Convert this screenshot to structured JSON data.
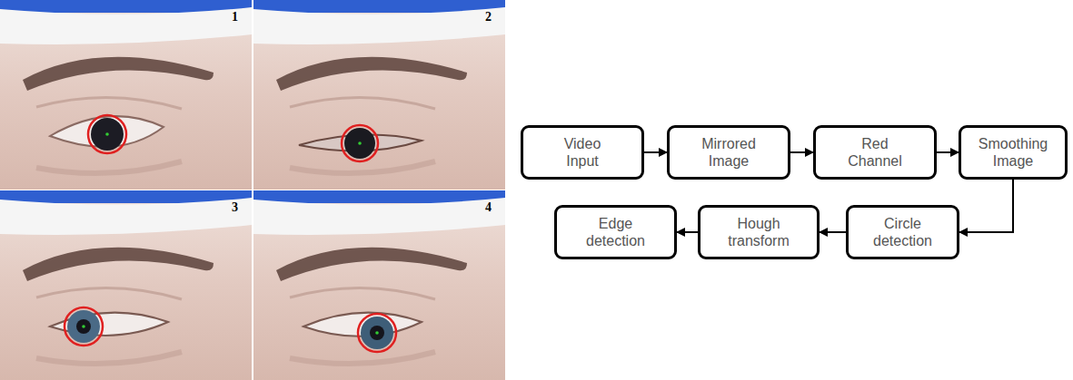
{
  "diagram": {
    "nodes": [
      {
        "text": [
          "Video Input"
        ]
      },
      {
        "text": [
          "Mirrored Image"
        ]
      },
      {
        "text": [
          "Red Channel"
        ]
      },
      {
        "text": [
          "Smoothing Image"
        ]
      },
      {
        "text": [
          "Circle detection"
        ]
      },
      {
        "text": [
          "Hough transform"
        ]
      },
      {
        "text": [
          "Edge detection"
        ]
      }
    ],
    "edges": [
      {
        "from": 0,
        "to": 1,
        "arrow": "to"
      },
      {
        "from": 1,
        "to": 2,
        "arrow": "to"
      },
      {
        "from": 2,
        "to": 3,
        "arrow": "to"
      },
      {
        "from": 3,
        "to": 4,
        "arrow": "to"
      },
      {
        "from": 4,
        "to": 5,
        "arrow": "to"
      },
      {
        "from": 5,
        "to": 6,
        "arrow": "to"
      }
    ],
    "labels": [
      "1",
      "2",
      "3",
      "4"
    ]
  }
}
